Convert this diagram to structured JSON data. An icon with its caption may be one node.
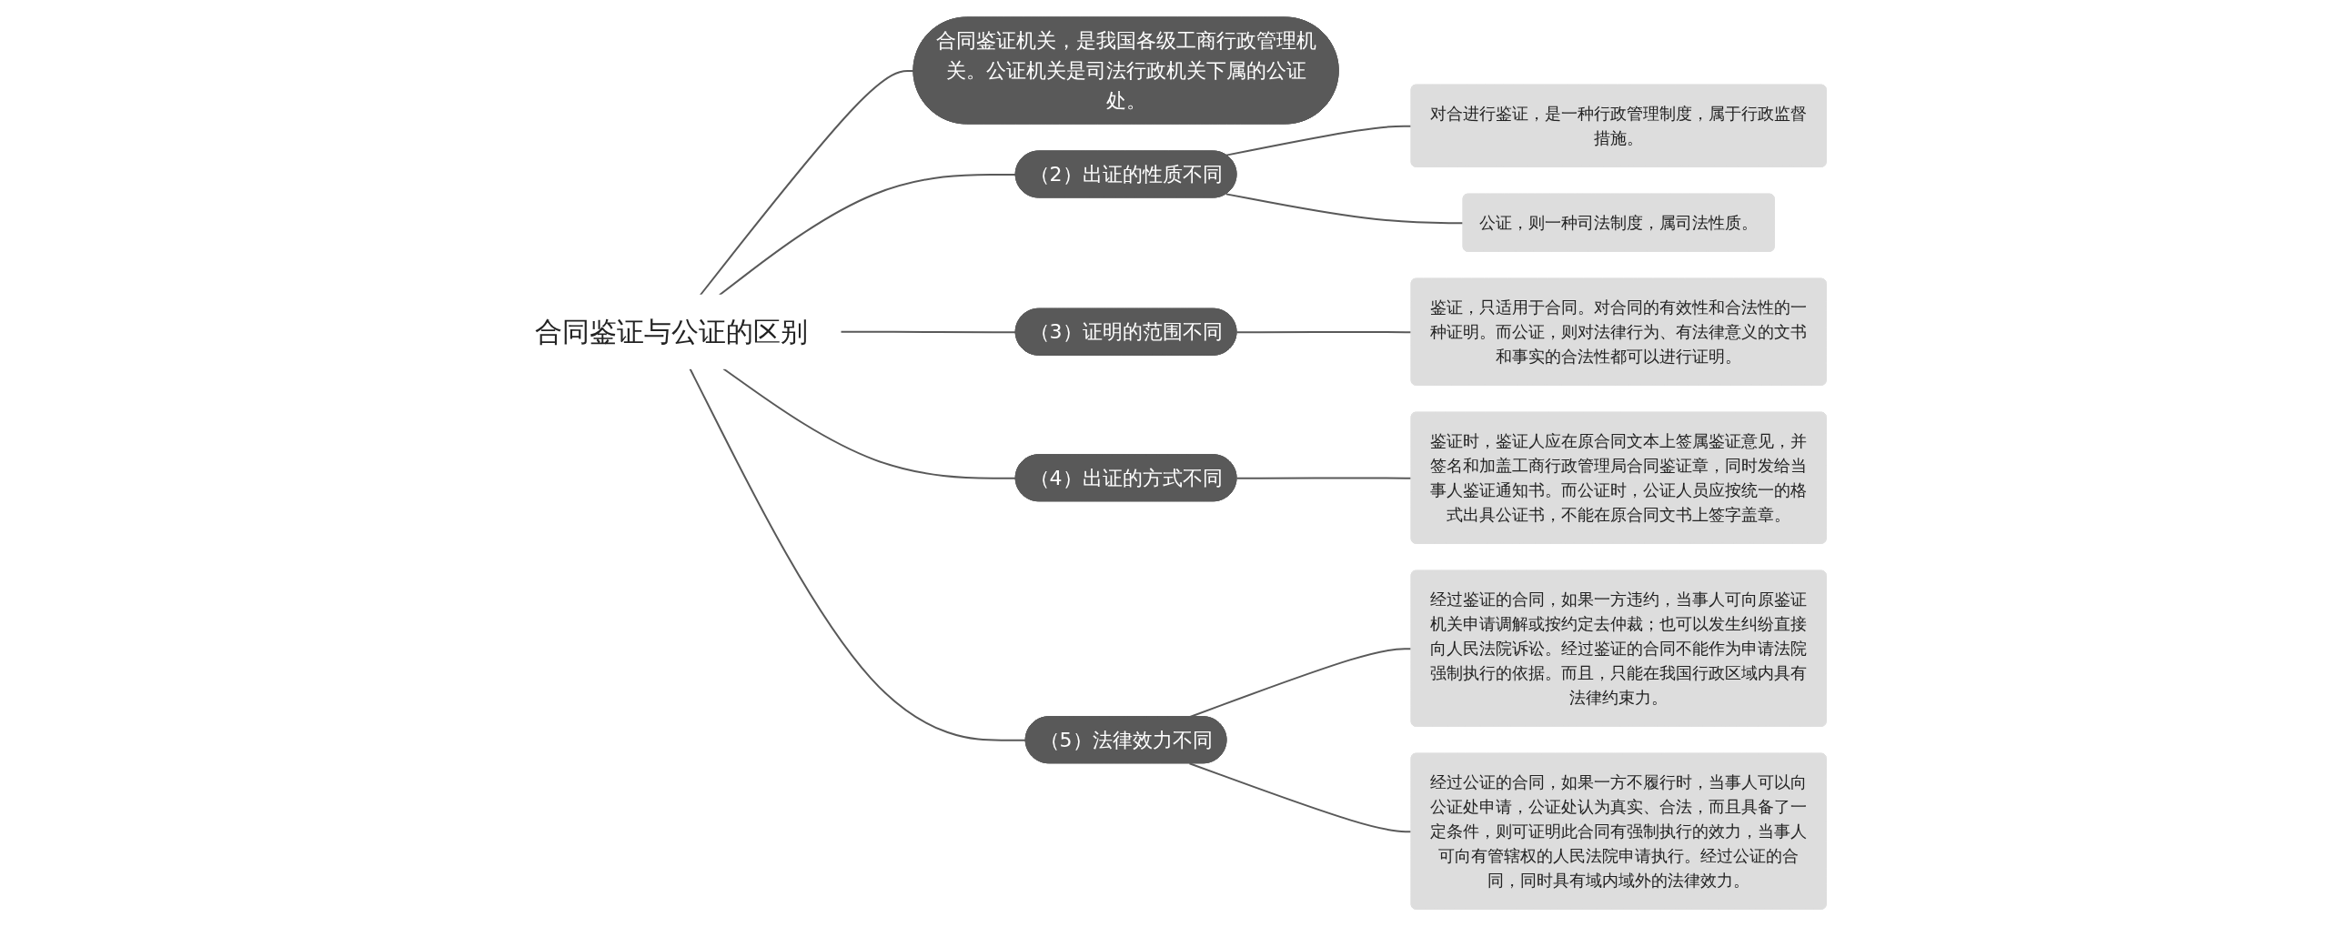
{
  "diagram": {
    "nodes": [
      {
        "text": [
          "合同鉴证与公证的区别"
        ]
      },
      {
        "text": [
          "合同鉴证机关，是我国各级工商行政管理机关。公证机关是司法行政机关下属的公证处。"
        ]
      },
      {
        "text": [
          "（2）出证的性质不同"
        ]
      },
      {
        "text": [
          "对合进行鉴证，是一种行政管理制度，属于行政监督措施。"
        ]
      },
      {
        "text": [
          "公证，则一种司法制度，属司法性质。"
        ]
      },
      {
        "text": [
          "（3）证明的范围不同"
        ]
      },
      {
        "text": [
          "鉴证，只适用于合同。对合同的有效性和合法性的一种证明。而公证，则对法律行为、有法律意义的文书和事实的合法性都可以进行证明。"
        ]
      },
      {
        "text": [
          "（4）出证的方式不同"
        ]
      },
      {
        "text": [
          "鉴证时，鉴证人应在原合同文本上签属鉴证意见，并签名和加盖工商行政管理局合同鉴证章，同时发给当事人鉴证通知书。而公证时，公证人员应按统一的格式出具公证书，不能在原合同文书上签字盖章。"
        ]
      },
      {
        "text": [
          "（5）法律效力不同"
        ]
      },
      {
        "text": [
          "经过鉴证的合同，如果一方违约，当事人可向原鉴证机关申请调解或按约定去仲裁；也可以发生纠纷直接向人民法院诉讼。经过鉴证的合同不能作为申请法院强制执行的依据。而且，只能在我国行政区域内具有法律约束力。"
        ]
      },
      {
        "text": [
          "经过公证的合同，如果一方不履行时，当事人可以向公证处申请，公证处认为真实、合法，而且具备了一定条件，则可证明此合同有强制执行的效力，当事人可向有管辖权的人民法院申请执行。经过公证的合同，同时具有域内域外的法律效力。"
        ]
      }
    ],
    "edges": [
      {
        "from": 0,
        "to": 1,
        "arrow": "none"
      },
      {
        "from": 0,
        "to": 2,
        "arrow": "none"
      },
      {
        "from": 2,
        "to": 3,
        "arrow": "none"
      },
      {
        "from": 2,
        "to": 4,
        "arrow": "none"
      },
      {
        "from": 0,
        "to": 5,
        "arrow": "none"
      },
      {
        "from": 5,
        "to": 6,
        "arrow": "none"
      },
      {
        "from": 0,
        "to": 7,
        "arrow": "none"
      },
      {
        "from": 7,
        "to": 8,
        "arrow": "none"
      },
      {
        "from": 0,
        "to": 9,
        "arrow": "none"
      },
      {
        "from": 9,
        "to": 10,
        "arrow": "none"
      },
      {
        "from": 9,
        "to": 11,
        "arrow": "none"
      }
    ]
  }
}
